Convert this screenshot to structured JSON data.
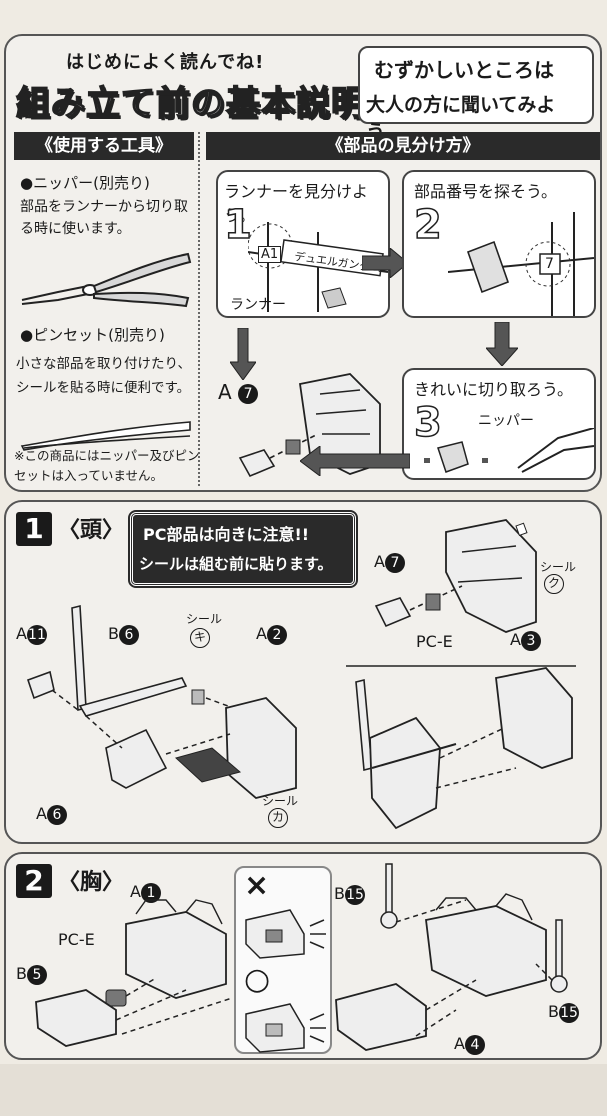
{
  "basics": {
    "intro": "はじめによく読んでね!",
    "title": "組み立て前の基本説明",
    "ask_line1": "むずかしいところは",
    "ask_line2": "大人の方に聞いてみよう。",
    "tools": {
      "header": "《使用する工具》",
      "nipper_title": "●ニッパー(別売り)",
      "nipper_desc": "部品をランナーから切り取る時に使います。",
      "tweezers_title": "●ピンセット(別売り)",
      "tweezers_desc": "小さな部品を取り付けたり、シールを貼る時に便利です。",
      "note": "※この商品にはニッパー及びピンセットは入っていません。"
    },
    "parts": {
      "header": "《部品の見分け方》",
      "step1_text": "ランナーを見分けよう。",
      "step1_num": "1",
      "runner_tag": "A1",
      "runner_name": "デュエルガンダム",
      "runner_label": "ランナー",
      "step2_text": "部品番号を探そう。",
      "step2_num": "2",
      "part_number": "7",
      "step3_text": "きれいに切り取ろう。",
      "step3_num": "3",
      "nipper_label": "ニッパー",
      "result_letter": "A",
      "result_num": "7"
    }
  },
  "step1": {
    "number": "1",
    "title": "〈頭〉",
    "notice_line1": "PC部品は向きに注意!!",
    "notice_line2": "シールは組む前に貼ります。",
    "labels": {
      "a7_letter": "A",
      "a7_num": "7",
      "seal_word": "シール",
      "seal_ku": "ク",
      "pce": "PC-E",
      "a3_letter": "A",
      "a3_num": "3",
      "a11_letter": "A",
      "a11_num": "11",
      "b6_letter": "B",
      "b6_num": "6",
      "seal_word2": "シール",
      "seal_ki": "キ",
      "a2_letter": "A",
      "a2_num": "2",
      "a6_letter": "A",
      "a6_num": "6",
      "seal_word3": "シール",
      "seal_ka": "カ"
    }
  },
  "step2": {
    "number": "2",
    "title": "〈胸〉",
    "labels": {
      "a1_letter": "A",
      "a1_num": "1",
      "pce": "PC-E",
      "b5_letter": "B",
      "b5_num": "5",
      "wrong": "×",
      "right": "○",
      "b15a_letter": "B",
      "b15a_num": "15",
      "b15b_letter": "B",
      "b15b_num": "15",
      "a4_letter": "A",
      "a4_num": "4"
    }
  },
  "colors": {
    "ink": "#1a1a1a",
    "paper": "#f2f0ec",
    "banner": "#2a2a2a"
  }
}
